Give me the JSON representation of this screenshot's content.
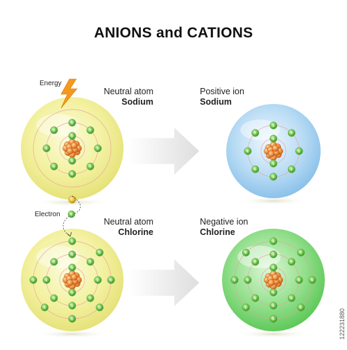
{
  "title": "ANIONS and CATIONS",
  "labels": {
    "energy": "Energy",
    "electron": "Electron",
    "sodium_neutral_line1": "Neutral atom",
    "sodium_neutral_line2": "Sodium",
    "sodium_ion_line1": "Positive ion",
    "sodium_ion_line2": "Sodium",
    "chlorine_neutral_line1": "Neutral atom",
    "chlorine_neutral_line2": "Chlorine",
    "chlorine_ion_line1": "Negative ion",
    "chlorine_ion_line2": "Chlorine"
  },
  "electron_symbol": "e",
  "stock_id": "122231880",
  "colors": {
    "neutral_fill": "#f4f2a6",
    "positive_fill": "#a9d4f2",
    "negative_fill": "#8fdc8a",
    "electron": "#6fc24f",
    "nucleus": "#e8742a",
    "arrow": "#e9e9e9",
    "lightning": "#f39a1e",
    "free_electron": "#e8c030"
  },
  "atoms": [
    {
      "id": "sodium-neutral",
      "shell_electrons": [
        2,
        8,
        1
      ],
      "fill": "neutral"
    },
    {
      "id": "sodium-positive-ion",
      "shell_electrons": [
        2,
        8
      ],
      "fill": "positive"
    },
    {
      "id": "chlorine-neutral",
      "shell_electrons": [
        2,
        8,
        7
      ],
      "fill": "neutral"
    },
    {
      "id": "chlorine-negative-ion",
      "shell_electrons": [
        2,
        8,
        8
      ],
      "fill": "negative"
    }
  ]
}
